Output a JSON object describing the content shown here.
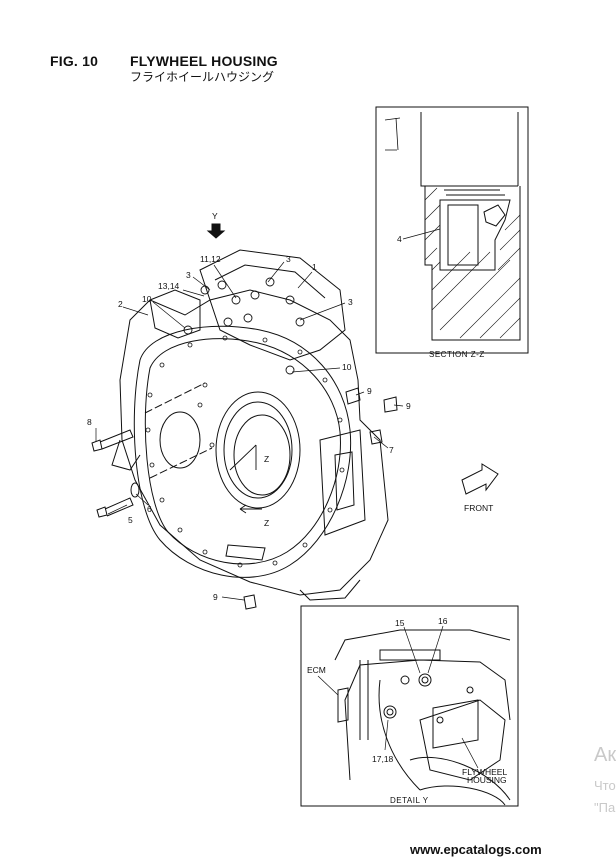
{
  "figure": {
    "number": "FIG. 10",
    "title": "FLYWHEEL HOUSING",
    "subtitle_jp": "フライホイールハウジング"
  },
  "view_marker": "Y",
  "section_marker": "Z",
  "callouts": {
    "c1": "1",
    "c2": "2",
    "c3a": "3",
    "c3b": "3",
    "c3c": "3",
    "c4": "4",
    "c5": "5",
    "c6": "6",
    "c7": "7",
    "c8": "8",
    "c9a": "9",
    "c9b": "9",
    "c9c": "9",
    "c10a": "10",
    "c10b": "10",
    "c1112": "11,12",
    "c1314": "13,14",
    "c15": "15",
    "c16": "16",
    "c1718": "17,18"
  },
  "inset_section": {
    "caption": "SECTION  Z-Z"
  },
  "inset_detail": {
    "caption": "DETAIL  Y",
    "ecm_label": "ECM",
    "housing_label_1": "FLYWHEEL",
    "housing_label_2": "HOUSING"
  },
  "front_label": "FRONT",
  "watermark": {
    "line1": "Ак",
    "line2": "Что",
    "line3": "\"Па"
  },
  "footer_url": "www.epcatalogs.com"
}
